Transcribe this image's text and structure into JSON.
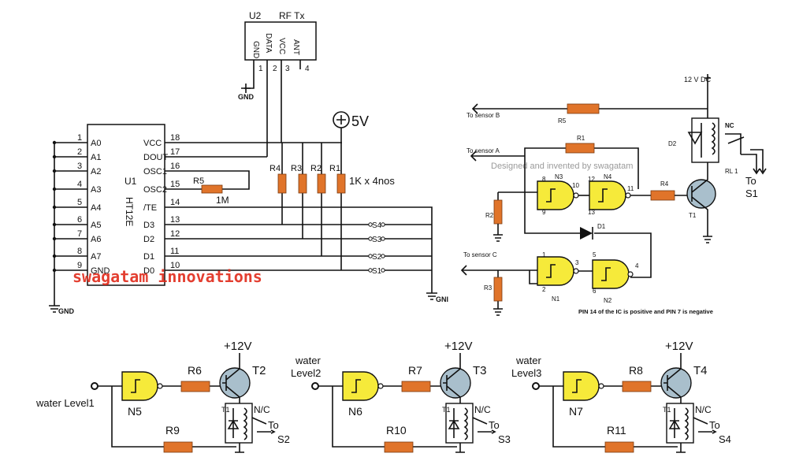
{
  "top": {
    "u2": "U2",
    "rf_tx": "RF Tx",
    "u2_pins": [
      "GND",
      "DATA",
      "VCC",
      "ANT"
    ],
    "u2_pin_nums": [
      "1",
      "2",
      "3",
      "4"
    ],
    "gnd_u2": "GND",
    "u1": "U1",
    "ic": "HT12E",
    "left_pin_nums": [
      "1",
      "2",
      "3",
      "4",
      "5",
      "6",
      "7",
      "8",
      "9"
    ],
    "left_pins": [
      "A0",
      "A1",
      "A2",
      "A3",
      "A4",
      "A5",
      "A6",
      "A7",
      "GND"
    ],
    "right_pin_nums": [
      "18",
      "17",
      "16",
      "15",
      "14",
      "13",
      "12",
      "11",
      "10"
    ],
    "right_pins": [
      "VCC",
      "DOUT",
      "OSC1",
      "OSC2",
      "/TE",
      "D3",
      "D2",
      "D1",
      "D0"
    ],
    "r5": "R5",
    "r5_val": "1M",
    "supply": "5V",
    "resistors": [
      "R4",
      "R3",
      "R2",
      "R1"
    ],
    "res_note": "1K x 4nos",
    "switches": [
      "S4",
      "S3",
      "S2",
      "S1"
    ],
    "gnd_left": "GND",
    "gnd_right": "GNI",
    "watermark": "swagatam innovations"
  },
  "sensor": {
    "supply": "12 V DC",
    "to_b": "To sensor B",
    "r5": "R5",
    "to_a": "To sensor A",
    "r1": "R1",
    "d2": "D2",
    "nc": "NC",
    "rl1": "RL 1",
    "to_s1_a": "To",
    "to_s1_b": "S1",
    "credit": "Designed and invented by swagatam",
    "n3": "N3",
    "n4": "N4",
    "pins_top": [
      "8",
      "10",
      "12",
      "11",
      "9",
      "13"
    ],
    "r4": "R4",
    "r2": "R2",
    "t1": "T1",
    "d1": "D1",
    "to_c": "To sensor C",
    "pins_bot": [
      "1",
      "3",
      "5",
      "4",
      "2",
      "6"
    ],
    "r3": "R3",
    "n1": "N1",
    "n2": "N2",
    "note": "PIN 14 of the IC is positive and PIN 7 is negative"
  },
  "channels": [
    {
      "input": [
        "water Level1"
      ],
      "gate": "N5",
      "res": "R6",
      "res_fb": "R9",
      "tr": "T2",
      "coil": "T1",
      "nc": "N/C",
      "to": "To",
      "sw": "S2",
      "vcc": "+12V"
    },
    {
      "input": [
        "water",
        "Level2"
      ],
      "gate": "N6",
      "res": "R7",
      "res_fb": "R10",
      "tr": "T3",
      "coil": "T1",
      "nc": "N/C",
      "to": "To",
      "sw": "S3",
      "vcc": "+12V"
    },
    {
      "input": [
        "water",
        "Level3"
      ],
      "gate": "N7",
      "res": "R8",
      "res_fb": "R11",
      "tr": "T4",
      "coil": "T1",
      "nc": "N/C",
      "to": "To",
      "sw": "S4",
      "vcc": "+12V"
    }
  ]
}
